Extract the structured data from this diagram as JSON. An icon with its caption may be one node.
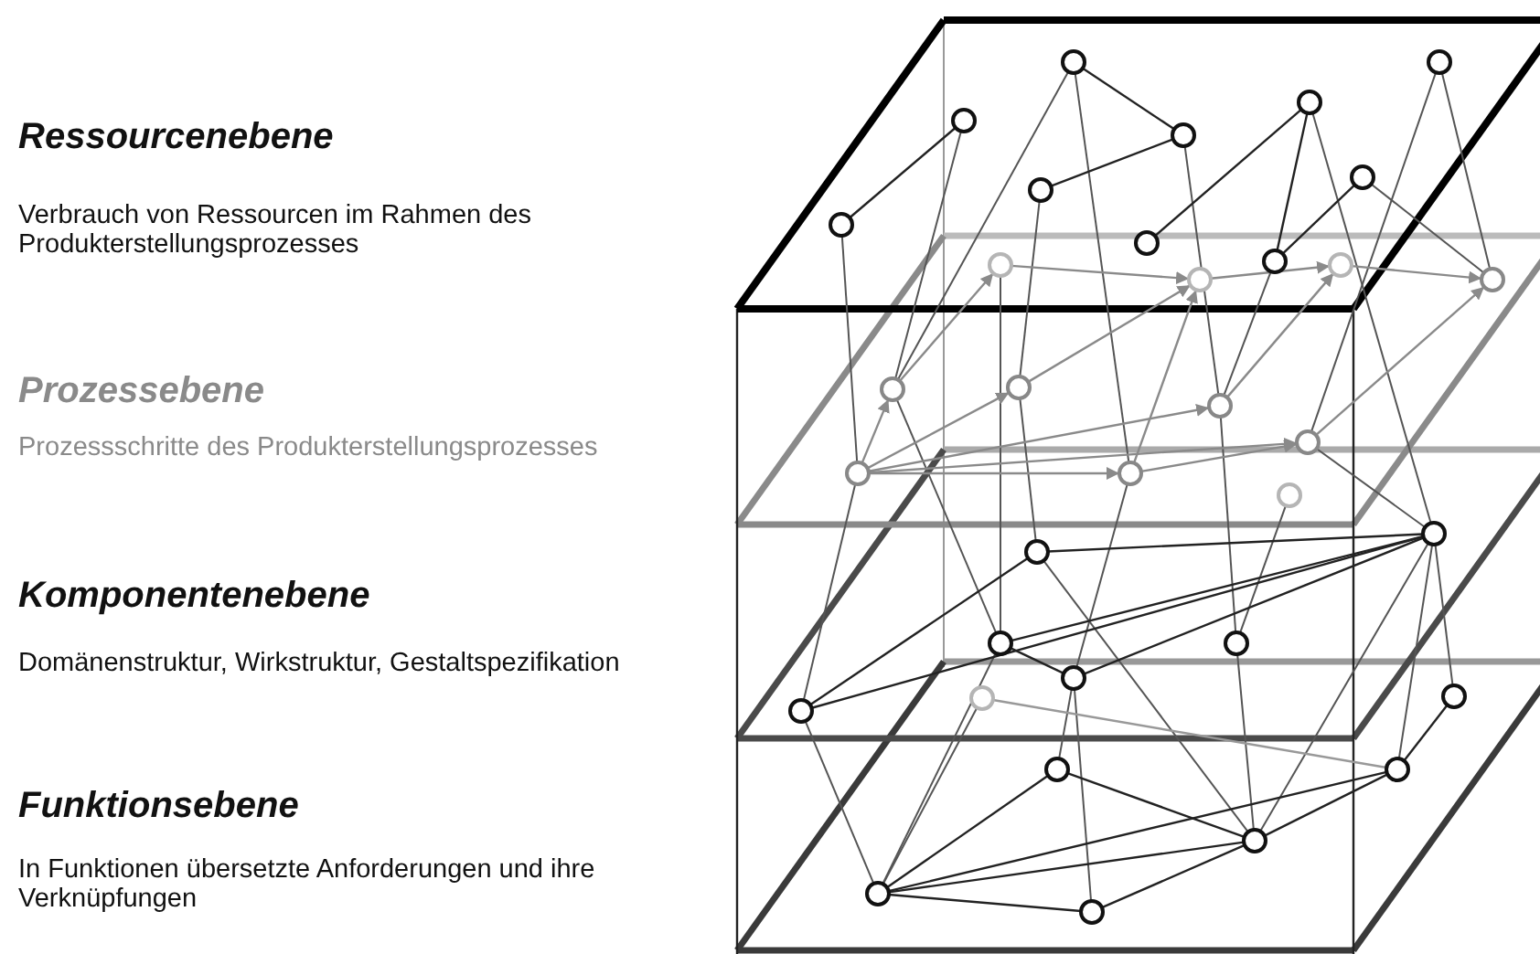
{
  "diagram": {
    "labels": [
      "Ressourcenebene",
      "Verbrauch von Ressourcen im Rahmen des Produkterstellungsprozesses",
      "Prozessebene",
      "Prozessschritte des Produkterstellungsprozesses",
      "Komponentenebene",
      "Domänenstruktur, Wirkstruktur, Gestaltspezifikation",
      "Funktionsebene",
      "In Funktionen übersetzte Anforderungen und ihre Verknüpfungen"
    ]
  }
}
